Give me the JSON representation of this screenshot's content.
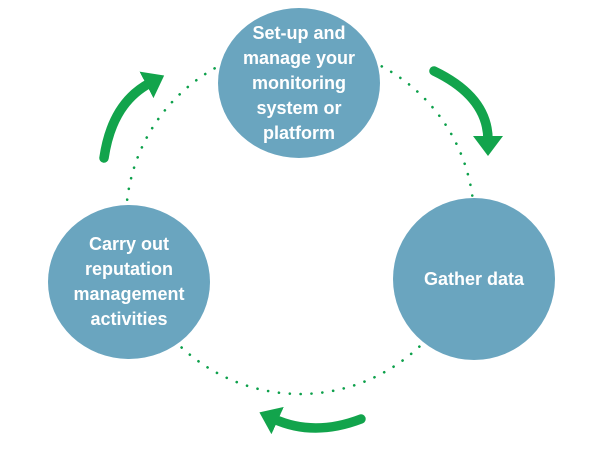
{
  "diagram": {
    "nodes": [
      {
        "id": "setup",
        "label": "Set-up and\nmanage your\nmonitoring\nsystem or\nplatform"
      },
      {
        "id": "gather",
        "label": "Gather data"
      },
      {
        "id": "carry",
        "label": "Carry out\nreputation\nmanagement\nactivities"
      }
    ],
    "colors": {
      "node_fill": "#6aa5bf",
      "node_text": "#ffffff",
      "arrow_green": "#12a44c",
      "dot_green": "#0da04b",
      "background": "#ffffff"
    }
  }
}
